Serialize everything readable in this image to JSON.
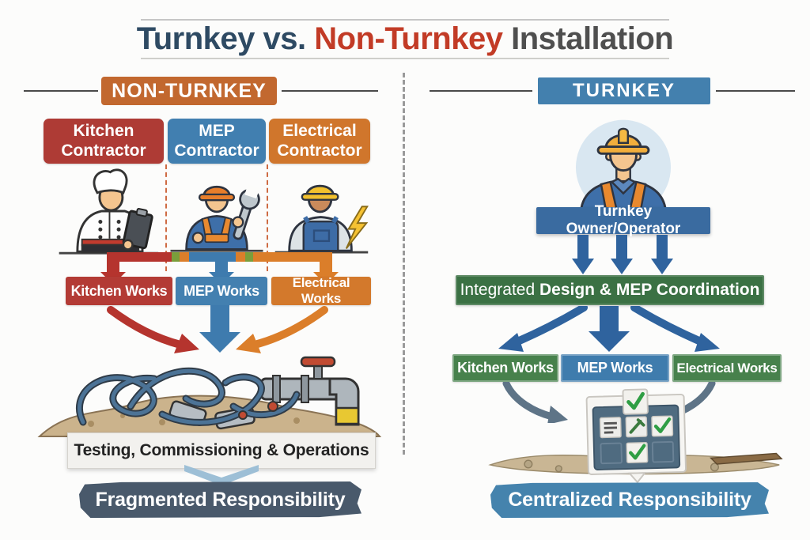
{
  "title": {
    "part1": "Turnkey vs. ",
    "part2": "Non-Turnkey",
    "part3": " Installation"
  },
  "colors": {
    "title_turnkey": "#2E4A63",
    "title_non_turnkey": "#C23B26",
    "title_installation": "#4F4F4F",
    "non_turnkey_header": "#C2682F",
    "turnkey_header": "#4380AE",
    "kitchen_contractor_red": "#AE3B35",
    "mep_contractor_blue": "#417FB0",
    "electrical_contractor_orange": "#D0762C",
    "kitchen_works_red": "#B33B35",
    "mep_works_blue": "#4380B0",
    "electrical_works_orange": "#D3792C",
    "owner_banner_blue": "#3A6BA0",
    "integration_green": "#3B7144",
    "works_green": "#47814C",
    "works_blue_right": "#3F7CAD",
    "fragmented_slate": "#49596B",
    "centralized_blue": "#4583AD"
  },
  "left": {
    "header": "NON-TURNKEY",
    "contractors": [
      {
        "line1": "Kitchen",
        "line2": "Contractor",
        "icon": "chef-illustration"
      },
      {
        "line1": "MEP",
        "line2": "Contractor",
        "icon": "mep-worker-illustration"
      },
      {
        "line1": "Electrical",
        "line2": "Contractor",
        "icon": "electrician-illustration"
      }
    ],
    "works": [
      "Kitchen Works",
      "MEP Works",
      "Electrical Works"
    ],
    "site_icon": "tangled-pipes-illustration",
    "testing_label": "Testing, Commissioning & Operations",
    "result_label": "Fragmented Responsibility"
  },
  "right": {
    "header": "TURNKEY",
    "owner_icon": "construction-worker-illustration",
    "owner_label": "Turnkey Owner/Operator",
    "integration_prefix": "Integrated",
    "integration_rest": " Design & MEP Coordination",
    "works": [
      "Kitchen Works",
      "MEP Works",
      "Electrical Works"
    ],
    "site_icon": "checklist-illustration",
    "result_label": "Centralized Responsibility"
  }
}
